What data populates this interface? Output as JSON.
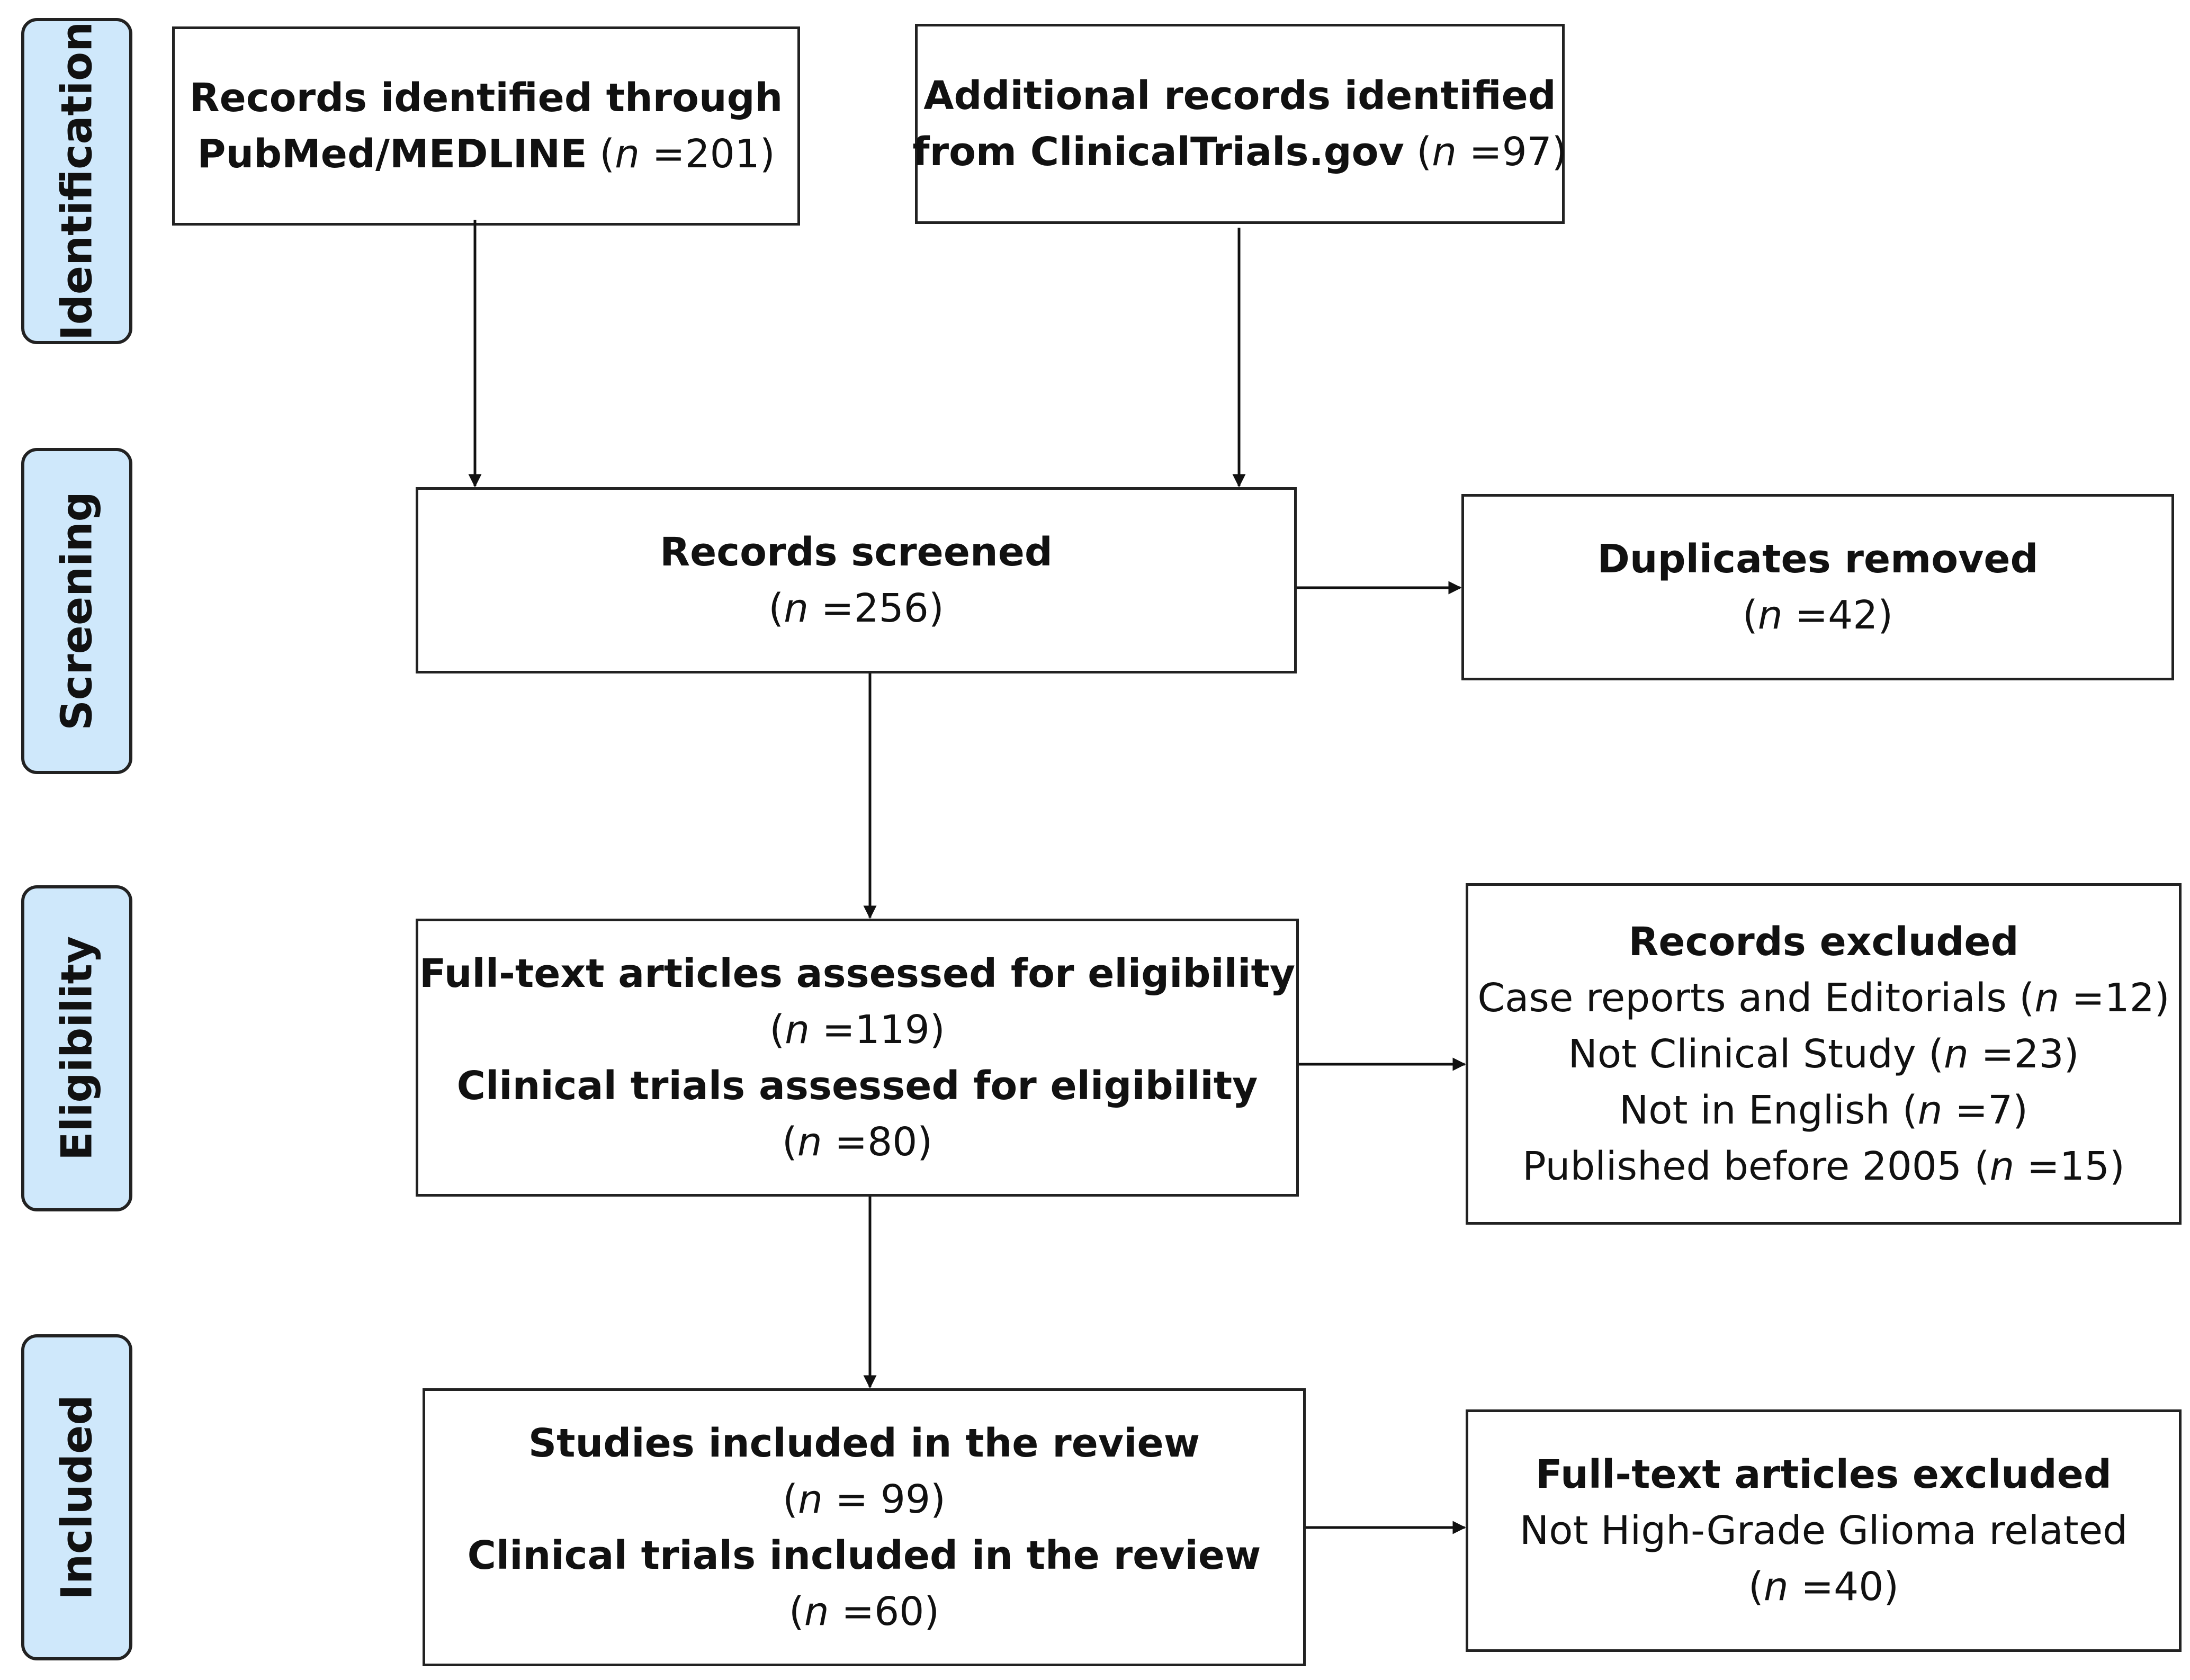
{
  "phases": {
    "identification": "Identification",
    "screening": "Screening",
    "eligibility": "Eligibility",
    "included": "Included"
  },
  "boxes": {
    "pubmed": {
      "title1": "Records identified through",
      "title2": "PubMed/MEDLINE",
      "n_open": "(",
      "n_sym": "n",
      "n_rest": " =201)"
    },
    "clinicaltrials": {
      "title1": "Additional records identified",
      "title2": "from ClinicalTrials.gov",
      "n_open": "(",
      "n_sym": "n",
      "n_rest": " =97)"
    },
    "screened": {
      "title": "Records screened",
      "n_open": "(",
      "n_sym": "n",
      "n_rest": " =256)"
    },
    "duplicates": {
      "title": "Duplicates removed",
      "n_open": "(",
      "n_sym": "n",
      "n_rest": " =42)"
    },
    "eligibility": {
      "title1": "Full-text articles assessed for eligibility",
      "n1_open": "(",
      "n1_sym": "n",
      "n1_rest": " =119)",
      "title2": "Clinical trials assessed for eligibility",
      "n2_open": "(",
      "n2_sym": "n",
      "n2_rest": " =80)"
    },
    "excluded": {
      "title": "Records excluded",
      "items": [
        {
          "label": "Case reports and Editorials (",
          "sym": "n",
          "rest": " =12)"
        },
        {
          "label": "Not Clinical Study (",
          "sym": "n",
          "rest": " =23)"
        },
        {
          "label": "Not in English (",
          "sym": "n",
          "rest": " =7)"
        },
        {
          "label": "Published before 2005 (",
          "sym": "n",
          "rest": " =15)"
        }
      ]
    },
    "included": {
      "title1": "Studies included in the review",
      "n1_open": "(",
      "n1_sym": "n",
      "n1_rest": " = 99)",
      "title2": "Clinical trials included in the review",
      "n2_open": "(",
      "n2_sym": "n",
      "n2_rest": " =60)"
    },
    "fulltext_excluded": {
      "title": "Full-text articles excluded",
      "reason": "Not High-Grade Glioma related",
      "n_open": "(",
      "n_sym": "n",
      "n_rest": " =40)"
    }
  }
}
